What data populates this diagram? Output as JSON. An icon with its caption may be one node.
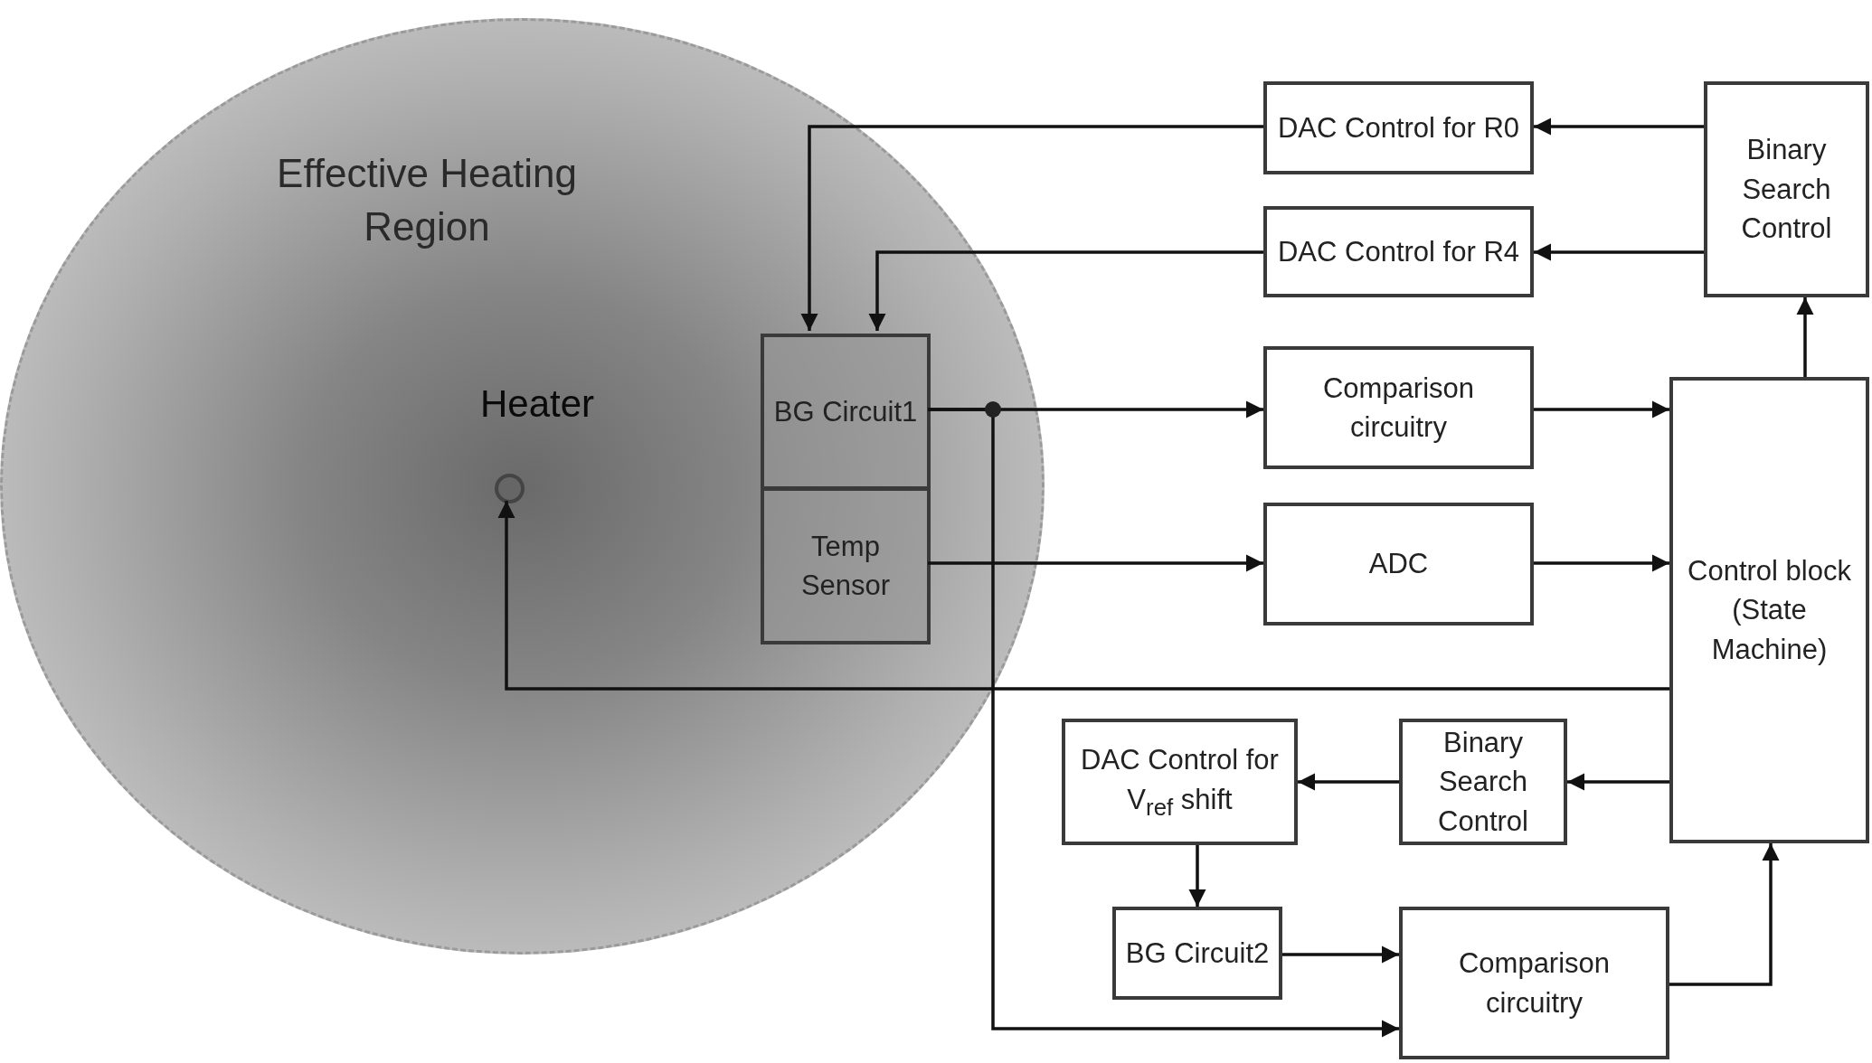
{
  "diagram": {
    "nodes": [
      {
        "text": [
          "Effective Heating Region"
        ]
      },
      {
        "text": [],
        "shape": "circle",
        "beside": [
          "Heater"
        ],
        "in": 0
      },
      {
        "text": [
          "BG Circuit1"
        ],
        "in": 0
      },
      {
        "text": [
          "Temp Sensor"
        ],
        "in": 0
      },
      {
        "text": [
          "DAC Control for R0"
        ]
      },
      {
        "text": [
          "DAC Control for R4"
        ]
      },
      {
        "text": [
          "Binary Search Control"
        ]
      },
      {
        "text": [
          "Comparison circuitry"
        ]
      },
      {
        "text": [
          "ADC"
        ]
      },
      {
        "text": [
          "Control block (State Machine)"
        ]
      },
      {
        "text": [
          "DAC Control for V$_{ref}$ shift"
        ]
      },
      {
        "text": [
          "Binary Search Control"
        ]
      },
      {
        "text": [
          "BG Circuit2"
        ]
      },
      {
        "text": [
          "Comparison circuitry"
        ]
      }
    ],
    "edges": [
      {
        "from": 6,
        "to": 4,
        "arrow": "to"
      },
      {
        "from": 6,
        "to": 5,
        "arrow": "to"
      },
      {
        "from": 4,
        "to": 2,
        "arrow": "to"
      },
      {
        "from": 5,
        "to": 2,
        "arrow": "to"
      },
      {
        "from": 2,
        "to": 7,
        "arrow": "to"
      },
      {
        "from": 2,
        "to": 13,
        "arrow": "to"
      },
      {
        "from": 3,
        "to": 8,
        "arrow": "to"
      },
      {
        "from": 7,
        "to": 9,
        "arrow": "to"
      },
      {
        "from": 8,
        "to": 9,
        "arrow": "to"
      },
      {
        "from": 9,
        "to": 6,
        "arrow": "to"
      },
      {
        "from": 9,
        "to": 1,
        "arrow": "to"
      },
      {
        "from": 9,
        "to": 11,
        "arrow": "to"
      },
      {
        "from": 11,
        "to": 10,
        "arrow": "to"
      },
      {
        "from": 10,
        "to": 12,
        "arrow": "to"
      },
      {
        "from": 12,
        "to": 13,
        "arrow": "to"
      },
      {
        "from": 13,
        "to": 9,
        "arrow": "to"
      }
    ]
  }
}
